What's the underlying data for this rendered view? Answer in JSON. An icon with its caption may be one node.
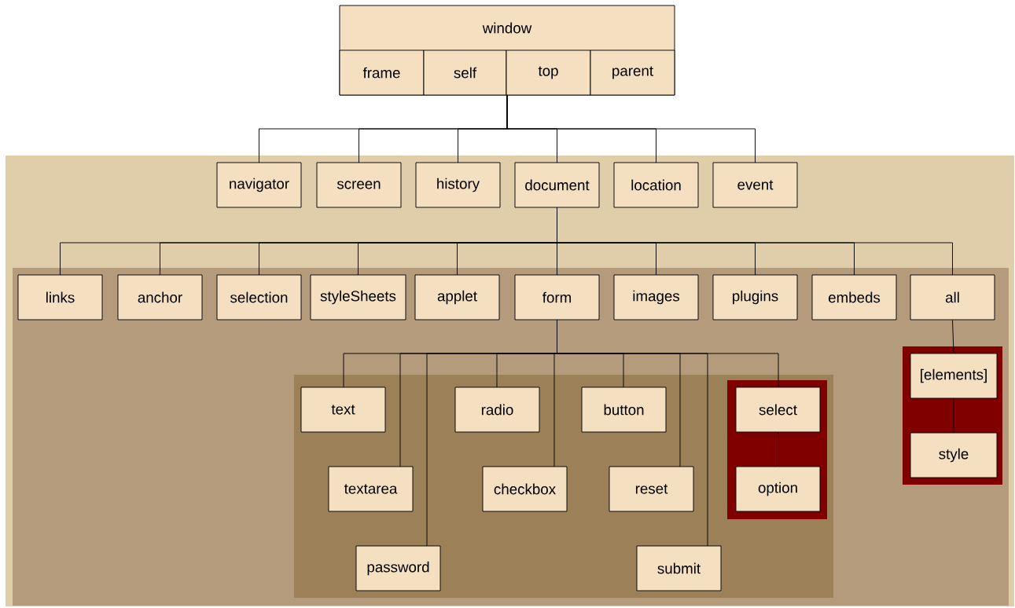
{
  "diagram": {
    "nodes": [
      {
        "text": [
          "window"
        ]
      },
      {
        "text": [
          "frame"
        ],
        "in": 0
      },
      {
        "text": [
          "self"
        ],
        "in": 0
      },
      {
        "text": [
          "top"
        ],
        "in": 0
      },
      {
        "text": [
          "parent"
        ],
        "in": 0
      },
      {
        "text": [],
        "shape": "box"
      },
      {
        "text": [
          "navigator"
        ],
        "in": 5
      },
      {
        "text": [
          "screen"
        ],
        "in": 5
      },
      {
        "text": [
          "history"
        ],
        "in": 5
      },
      {
        "text": [
          "document"
        ],
        "in": 5
      },
      {
        "text": [
          "location"
        ],
        "in": 5
      },
      {
        "text": [
          "event"
        ],
        "in": 5
      },
      {
        "text": [],
        "shape": "box",
        "in": 5
      },
      {
        "text": [
          "links"
        ],
        "in": 12
      },
      {
        "text": [
          "anchor"
        ],
        "in": 12
      },
      {
        "text": [
          "selection"
        ],
        "in": 12
      },
      {
        "text": [
          "styleSheets"
        ],
        "in": 12
      },
      {
        "text": [
          "applet"
        ],
        "in": 12
      },
      {
        "text": [
          "form"
        ],
        "in": 12
      },
      {
        "text": [
          "images"
        ],
        "in": 12
      },
      {
        "text": [
          "plugins"
        ],
        "in": 12
      },
      {
        "text": [
          "embeds"
        ],
        "in": 12
      },
      {
        "text": [
          "all"
        ],
        "in": 12
      },
      {
        "text": [],
        "shape": "box",
        "in": 12
      },
      {
        "text": [
          "text"
        ],
        "in": 23
      },
      {
        "text": [
          "radio"
        ],
        "in": 23
      },
      {
        "text": [
          "button"
        ],
        "in": 23
      },
      {
        "text": [],
        "shape": "box",
        "in": 23
      },
      {
        "text": [
          "select"
        ],
        "in": 27
      },
      {
        "text": [
          "option"
        ],
        "in": 27
      },
      {
        "text": [
          "textarea"
        ],
        "in": 23
      },
      {
        "text": [
          "checkbox"
        ],
        "in": 23
      },
      {
        "text": [
          "reset"
        ],
        "in": 23
      },
      {
        "text": [
          "password"
        ],
        "in": 23
      },
      {
        "text": [
          "submit"
        ],
        "in": 23
      },
      {
        "text": [],
        "shape": "box",
        "in": 12
      },
      {
        "text": [
          "[elements]"
        ],
        "in": 35
      },
      {
        "text": [
          "style"
        ],
        "in": 35
      }
    ],
    "edges": [
      {
        "from": 0,
        "to": 6,
        "arrow": "none"
      },
      {
        "from": 0,
        "to": 7,
        "arrow": "none"
      },
      {
        "from": 0,
        "to": 8,
        "arrow": "none"
      },
      {
        "from": 0,
        "to": 9,
        "arrow": "none"
      },
      {
        "from": 0,
        "to": 10,
        "arrow": "none"
      },
      {
        "from": 0,
        "to": 11,
        "arrow": "none"
      },
      {
        "from": 9,
        "to": 13,
        "arrow": "none"
      },
      {
        "from": 9,
        "to": 14,
        "arrow": "none"
      },
      {
        "from": 9,
        "to": 15,
        "arrow": "none"
      },
      {
        "from": 9,
        "to": 16,
        "arrow": "none"
      },
      {
        "from": 9,
        "to": 17,
        "arrow": "none"
      },
      {
        "from": 9,
        "to": 18,
        "arrow": "none"
      },
      {
        "from": 9,
        "to": 19,
        "arrow": "none"
      },
      {
        "from": 9,
        "to": 20,
        "arrow": "none"
      },
      {
        "from": 9,
        "to": 21,
        "arrow": "none"
      },
      {
        "from": 9,
        "to": 22,
        "arrow": "none"
      },
      {
        "from": 18,
        "to": 24,
        "arrow": "none"
      },
      {
        "from": 18,
        "to": 30,
        "arrow": "none"
      },
      {
        "from": 18,
        "to": 33,
        "arrow": "none"
      },
      {
        "from": 18,
        "to": 25,
        "arrow": "none"
      },
      {
        "from": 18,
        "to": 31,
        "arrow": "none"
      },
      {
        "from": 18,
        "to": 26,
        "arrow": "none"
      },
      {
        "from": 18,
        "to": 32,
        "arrow": "none"
      },
      {
        "from": 18,
        "to": 34,
        "arrow": "none"
      },
      {
        "from": 18,
        "to": 28,
        "arrow": "none"
      },
      {
        "from": 28,
        "to": 29,
        "arrow": "none"
      },
      {
        "from": 22,
        "to": 36,
        "arrow": "none"
      },
      {
        "from": 36,
        "to": 37,
        "arrow": "none"
      }
    ]
  }
}
